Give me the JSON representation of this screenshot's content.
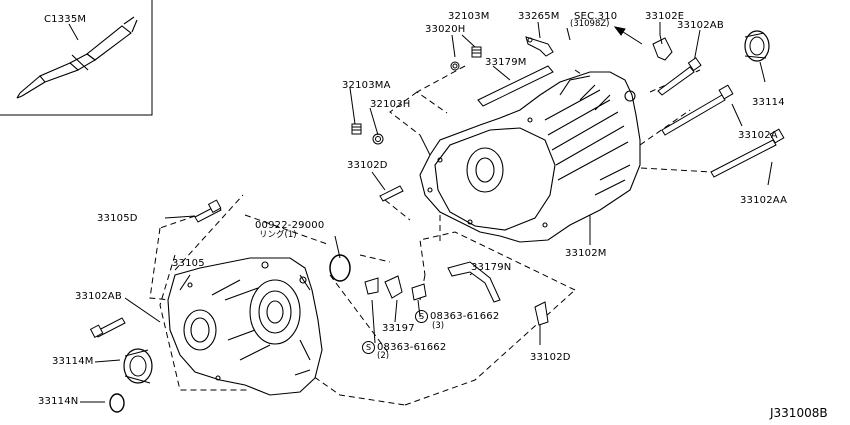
{
  "diagram_id": "J331008B",
  "parts": [
    {
      "key": "c1335m",
      "label": "C1335M"
    },
    {
      "key": "p32103m",
      "label": "32103M"
    },
    {
      "key": "p33020h",
      "label": "33020H"
    },
    {
      "key": "p33265m",
      "label": "33265M"
    },
    {
      "key": "sec310",
      "label": "SEC.310",
      "sub": "(31098Z)"
    },
    {
      "key": "p33102e",
      "label": "33102E"
    },
    {
      "key": "p33102ab_top",
      "label": "33102AB"
    },
    {
      "key": "p33179m",
      "label": "33179M"
    },
    {
      "key": "p33114",
      "label": "33114"
    },
    {
      "key": "p32103ma",
      "label": "32103MA"
    },
    {
      "key": "p32103h",
      "label": "32103H"
    },
    {
      "key": "p33102a",
      "label": "33102A"
    },
    {
      "key": "p33102d_top",
      "label": "33102D"
    },
    {
      "key": "p33102aa",
      "label": "33102AA"
    },
    {
      "key": "p33105d",
      "label": "33105D"
    },
    {
      "key": "ring",
      "label": "00922-29000",
      "sub": "リング(1)"
    },
    {
      "key": "p33102m",
      "label": "33102M"
    },
    {
      "key": "p33105",
      "label": "33105"
    },
    {
      "key": "p33179n",
      "label": "33179N"
    },
    {
      "key": "p33102ab_left",
      "label": "33102AB"
    },
    {
      "key": "bolt_right",
      "label": "08363-61662",
      "sub": "(3)",
      "mark": "S"
    },
    {
      "key": "p33197",
      "label": "33197"
    },
    {
      "key": "p33114m",
      "label": "33114M"
    },
    {
      "key": "bolt_left",
      "label": "08363-61662",
      "sub": "(2)",
      "mark": "S"
    },
    {
      "key": "p33102d_bot",
      "label": "33102D"
    },
    {
      "key": "p33114n",
      "label": "33114N"
    }
  ],
  "icons": [
    "sealant-tube-icon",
    "arrow-icon"
  ]
}
